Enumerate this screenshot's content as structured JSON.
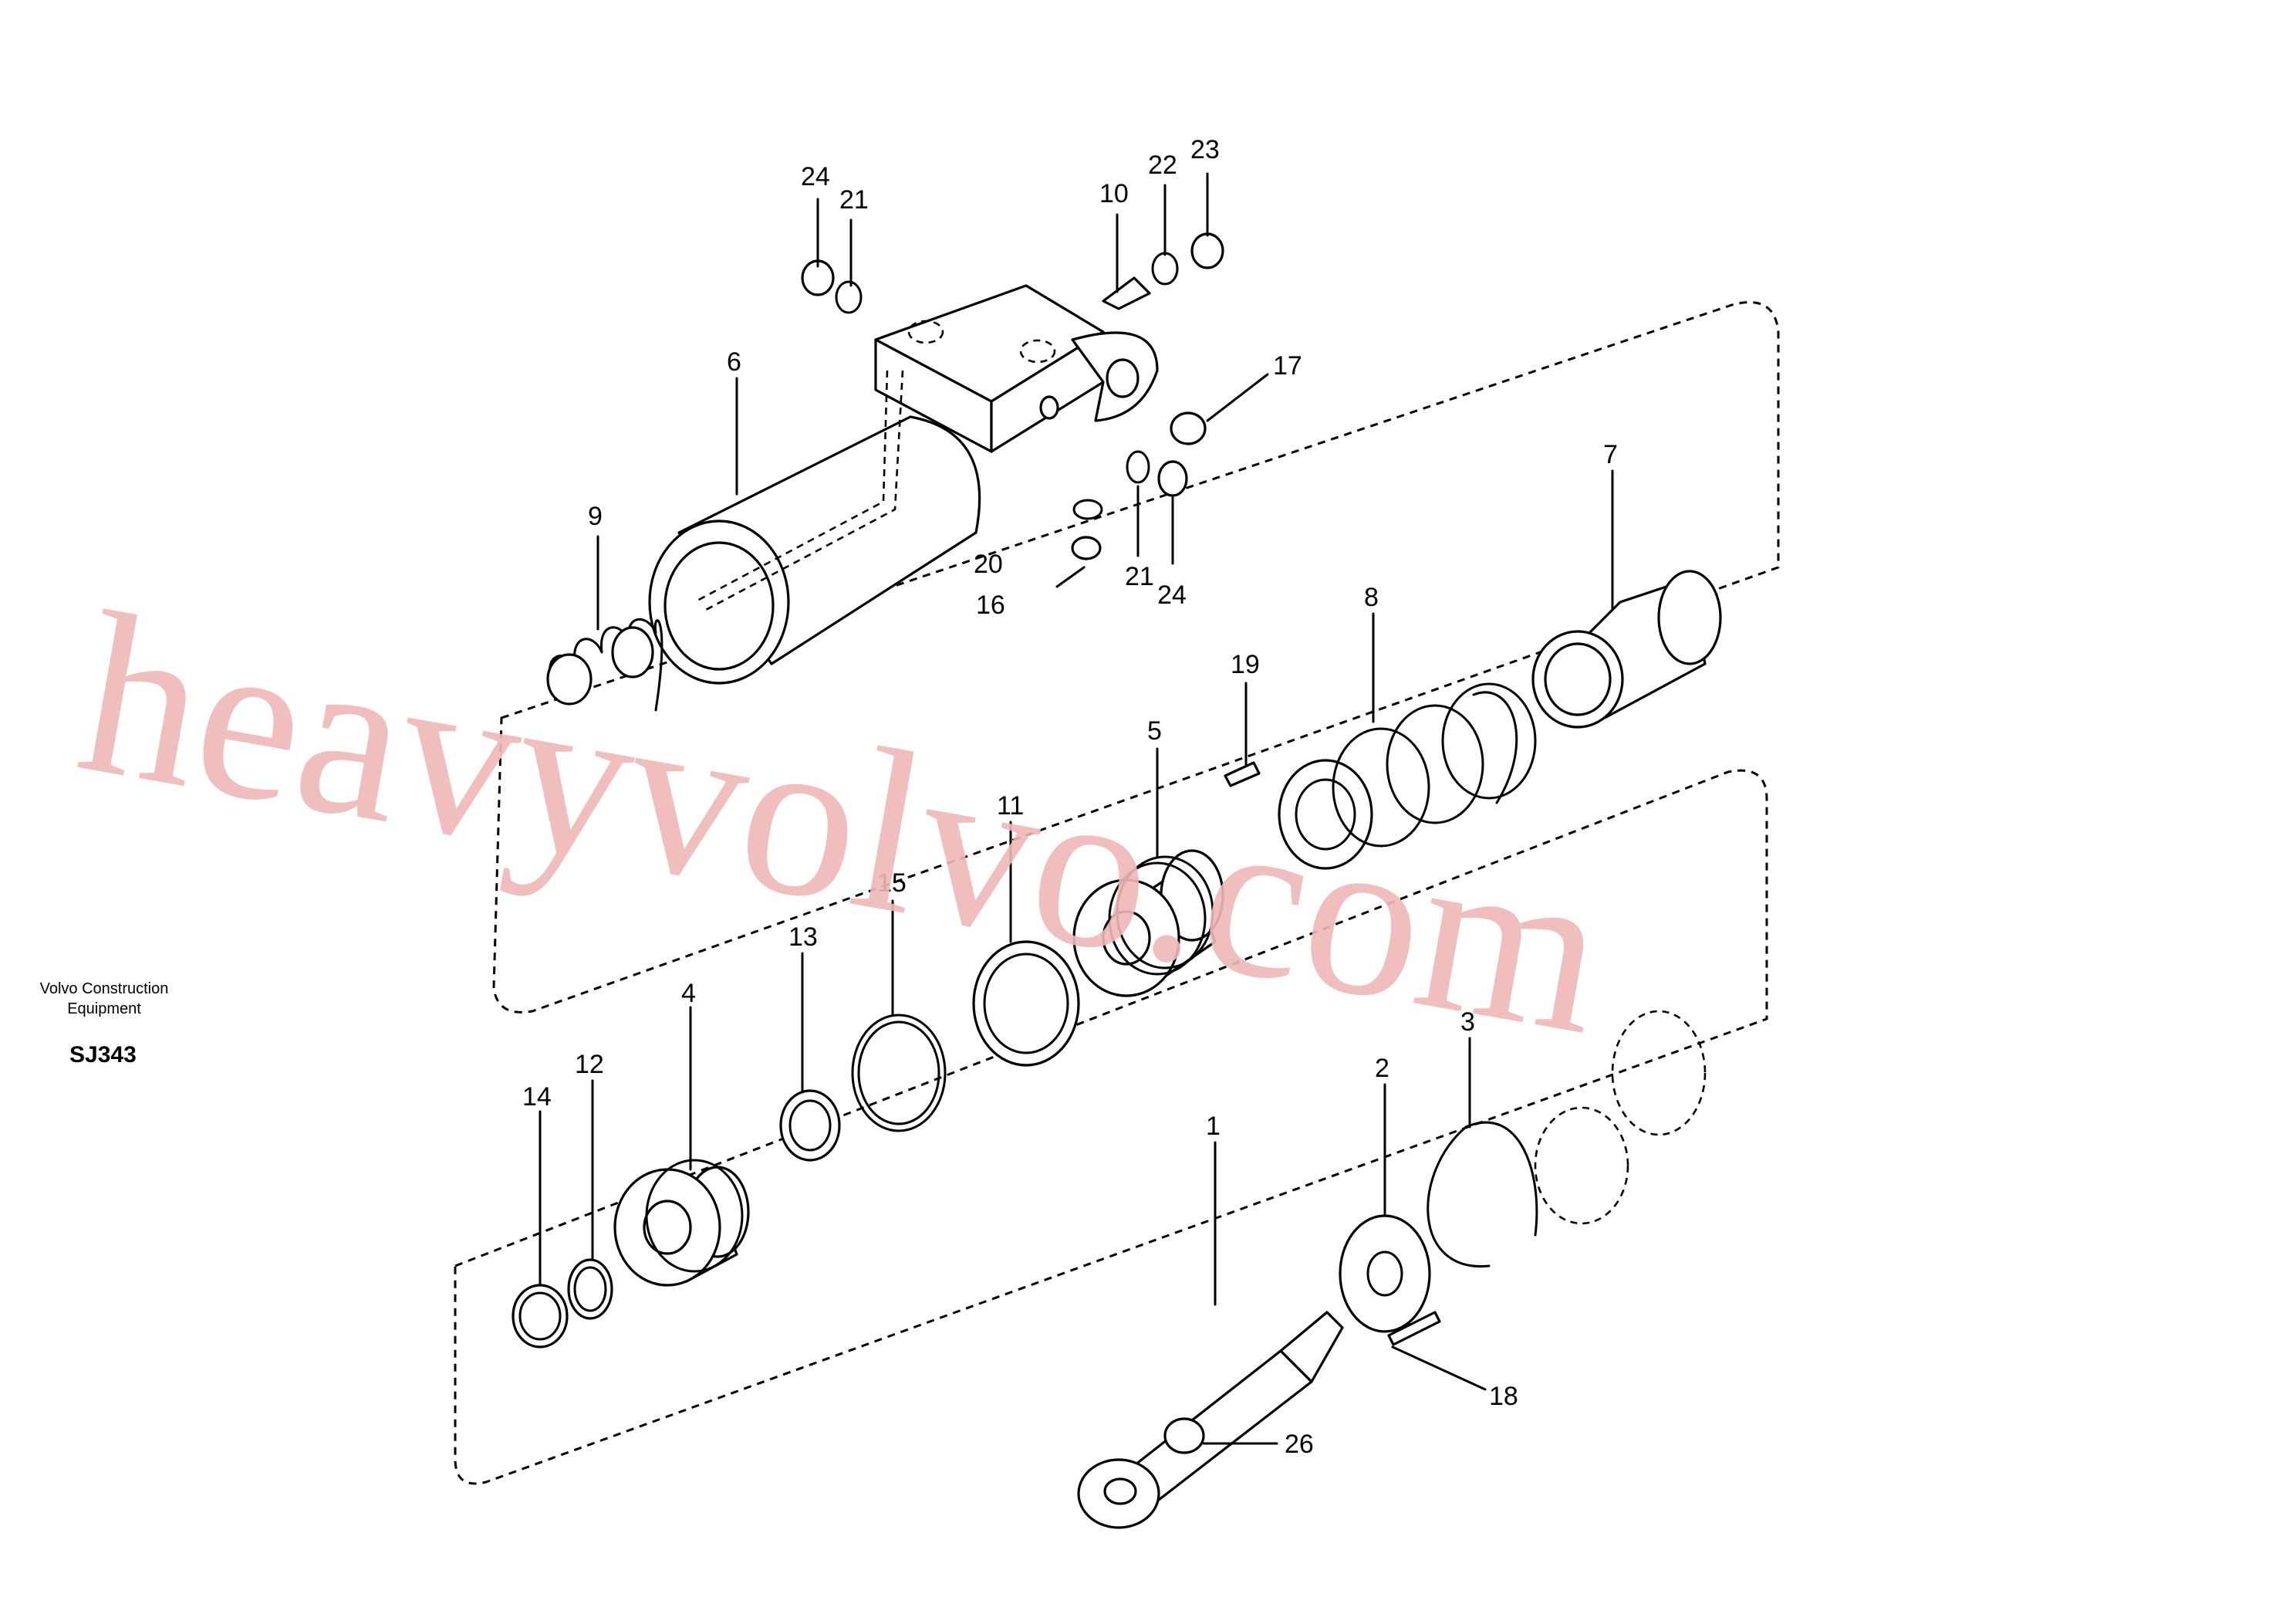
{
  "manufacturer": "Volvo Construction Equipment",
  "page_code": "SJ343",
  "watermark": "heavyvolvo.com",
  "callouts": [
    "1",
    "2",
    "3",
    "4",
    "5",
    "6",
    "7",
    "8",
    "9",
    "10",
    "11",
    "12",
    "13",
    "14",
    "15",
    "16",
    "17",
    "18",
    "19",
    "20",
    "21",
    "21",
    "22",
    "23",
    "24",
    "24",
    "26"
  ]
}
